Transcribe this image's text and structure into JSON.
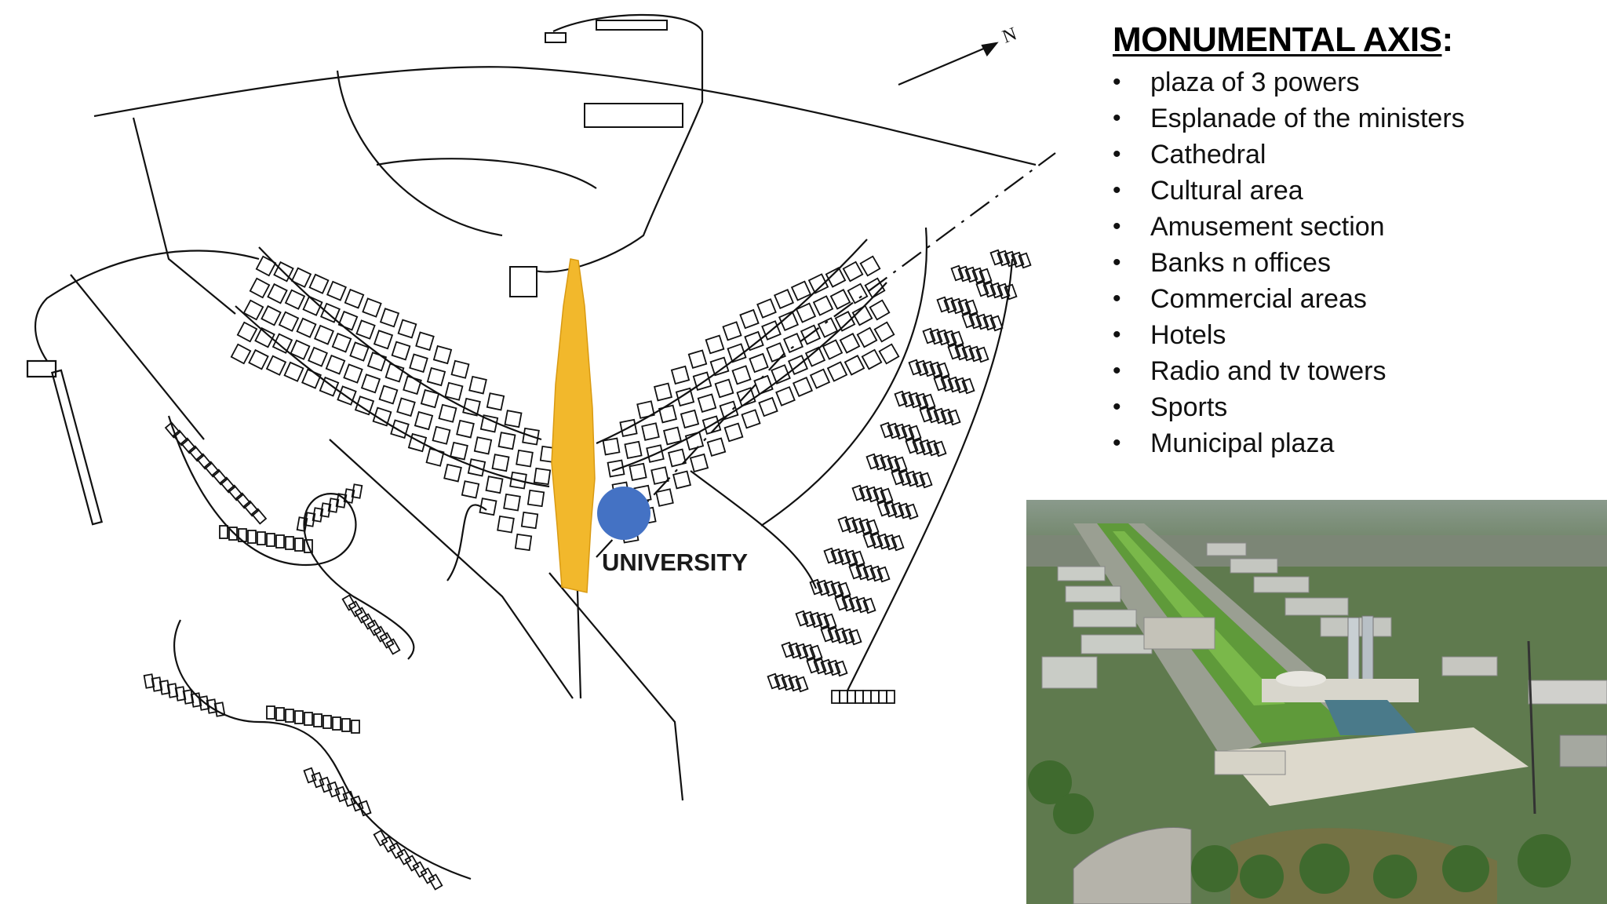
{
  "title": {
    "main": "MONUMENTAL AXIS",
    "suffix": ":"
  },
  "bullets": [
    "plaza of 3 powers",
    "Esplanade of the ministers",
    "Cathedral",
    "Cultural area",
    "Amusement section",
    "Banks n offices",
    "Commercial areas",
    "Hotels",
    "Radio and tv towers",
    "Sports",
    "Municipal plaza"
  ],
  "map": {
    "north_label": "N",
    "university_label": "UNIVERSITY",
    "axis_color": "#f2b82c",
    "university_color": "#4472c4"
  },
  "photo": {
    "subject": "aerial view of the Monumental Axis"
  }
}
